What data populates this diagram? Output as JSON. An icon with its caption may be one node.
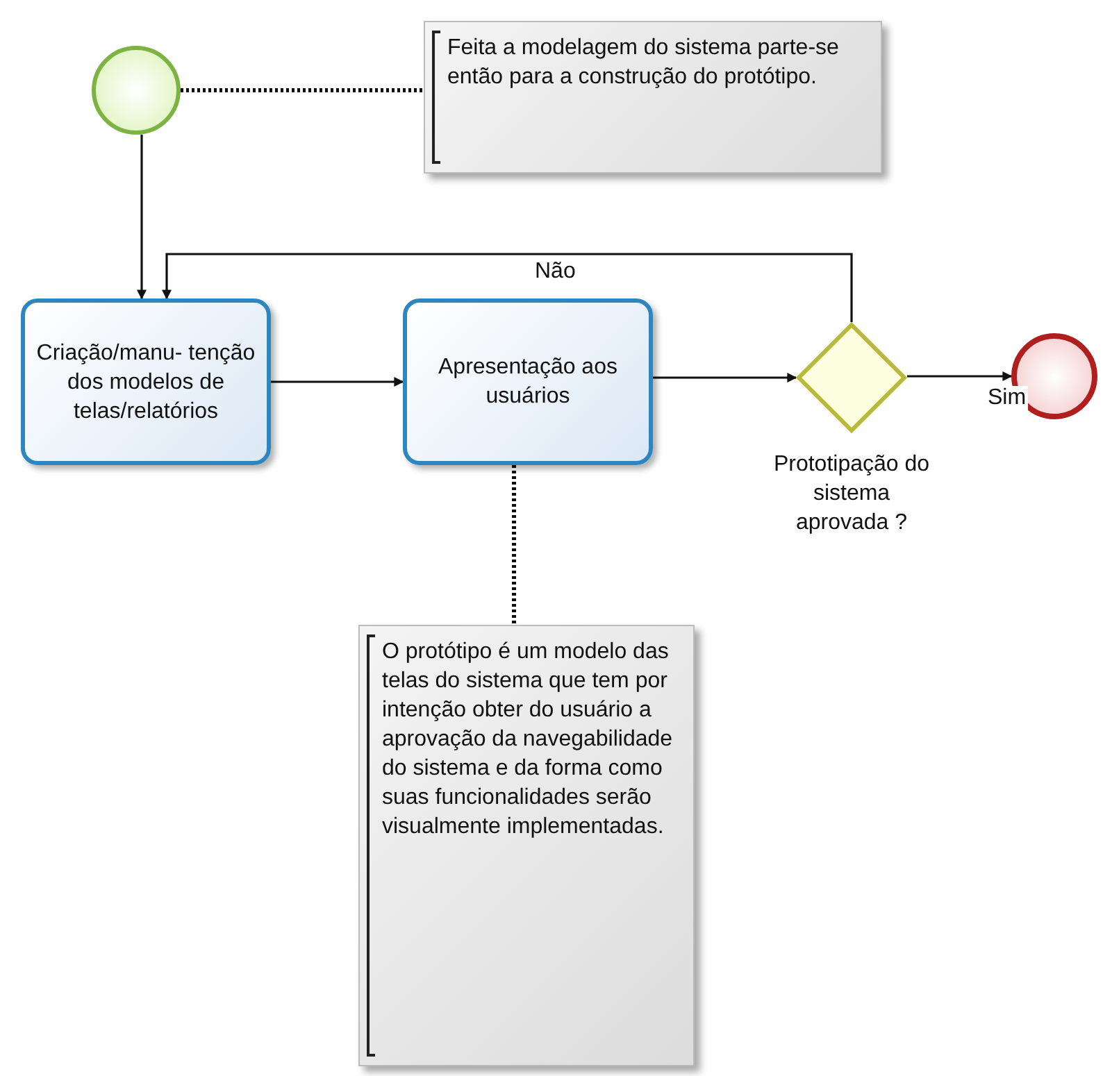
{
  "diagram": {
    "nodes": [
      {
        "text": [],
        "shape": "circle"
      },
      {
        "text": [
          "Feita a modelagem do sistema parte-se então para a construção do protótipo."
        ]
      },
      {
        "text": [
          "Criação/manu- tenção  dos modelos de telas/relatórios"
        ]
      },
      {
        "text": [
          "Apresentação aos usuários"
        ]
      },
      {
        "text": [],
        "shape": "diamond",
        "beside": [
          "Prototipação do sistema aprovada ?"
        ]
      },
      {
        "text": [],
        "shape": "circle"
      },
      {
        "text": [
          "O protótipo é um modelo das telas do sistema que tem por intenção obter do usuário a aprovação da navegabilidade do sistema e da forma como suas funcionalidades serão visualmente implementadas."
        ]
      }
    ],
    "edges": [
      {
        "from": 0,
        "to": 1,
        "arrow": "none",
        "style": "dashed"
      },
      {
        "from": 0,
        "to": 2,
        "arrow": "to"
      },
      {
        "from": 2,
        "to": 3,
        "arrow": "to"
      },
      {
        "from": 3,
        "to": 4,
        "arrow": "to"
      },
      {
        "from": 4,
        "to": 2,
        "arrow": "to",
        "label": "Não"
      },
      {
        "from": 4,
        "to": 5,
        "arrow": "to",
        "label": "Sim"
      },
      {
        "from": 3,
        "to": 6,
        "arrow": "none",
        "style": "dashed"
      }
    ]
  }
}
